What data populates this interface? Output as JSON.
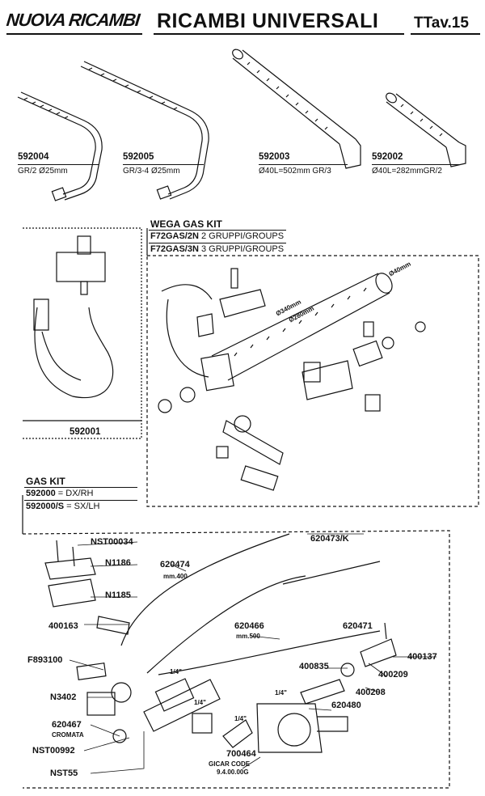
{
  "header": {
    "brand": "NUOVA RICAMBI",
    "title": "RICAMBI UNIVERSALI",
    "table_ref": "TTav.15"
  },
  "top_parts": [
    {
      "code": "592004",
      "desc": "GR/2 Ø25mm"
    },
    {
      "code": "592005",
      "desc": "GR/3-4 Ø25mm"
    },
    {
      "code": "592003",
      "desc": "Ø40L=502mm GR/3"
    },
    {
      "code": "592002",
      "desc": "Ø40L=282mmGR/2"
    }
  ],
  "valve_box": {
    "code": "592001"
  },
  "wega_kit": {
    "title": "WEGA GAS KIT",
    "lines": [
      {
        "code": "F72GAS/2N",
        "text": "2 GRUPPI/GROUPS"
      },
      {
        "code": "F72GAS/3N",
        "text": "3 GRUPPI/GROUPS"
      }
    ],
    "dims": {
      "d40": "Ø40mm",
      "d340": "Ø340mm",
      "d280": "Ø280mm"
    }
  },
  "gas_kit": {
    "title": "GAS KIT",
    "lines": [
      {
        "code": "592000",
        "text": "= DX/RH"
      },
      {
        "code": "592000/S",
        "text": "= SX/LH"
      }
    ]
  },
  "kit_parts": {
    "nst00034": "NST00034",
    "n1186": "N1186",
    "n1185": "N1185",
    "p400163": "400163",
    "f893100": "F893100",
    "n3402": "N3402",
    "p620467": "620467",
    "p620467_note": "CROMATA",
    "nst00992": "NST00992",
    "nst55": "NST55",
    "p620474": "620474",
    "p620474_note": "mm.400",
    "p620473k": "620473/K",
    "p620466": "620466",
    "p620466_note": "mm.500",
    "p620471": "620471",
    "p400137": "400137",
    "p400835": "400835",
    "p400209": "400209",
    "p400208": "400208",
    "p620480": "620480",
    "p700464": "700464",
    "gicar_code": "GICAR CODE",
    "gicar_value": "9.4.00.00G",
    "quarter1": "1/4\"",
    "quarter2": "1/4\"",
    "quarter3": "1/4\"",
    "quarter4": "1/4\""
  }
}
